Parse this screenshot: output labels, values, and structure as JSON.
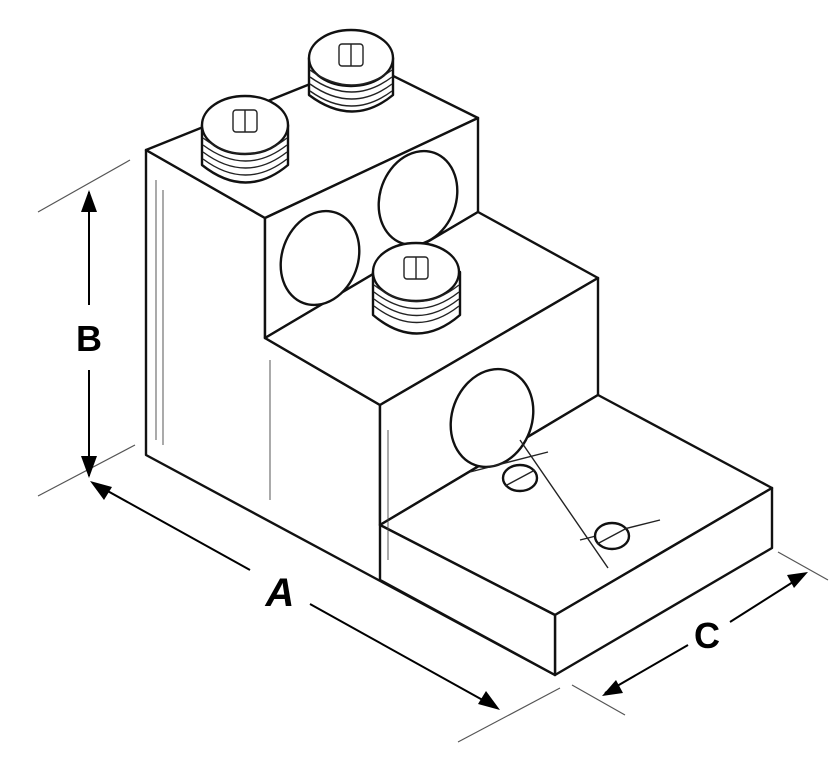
{
  "dimensions": {
    "a_label": "A",
    "b_label": "B",
    "c_label": "C"
  },
  "colors": {
    "line": "#111111",
    "background": "#ffffff"
  }
}
